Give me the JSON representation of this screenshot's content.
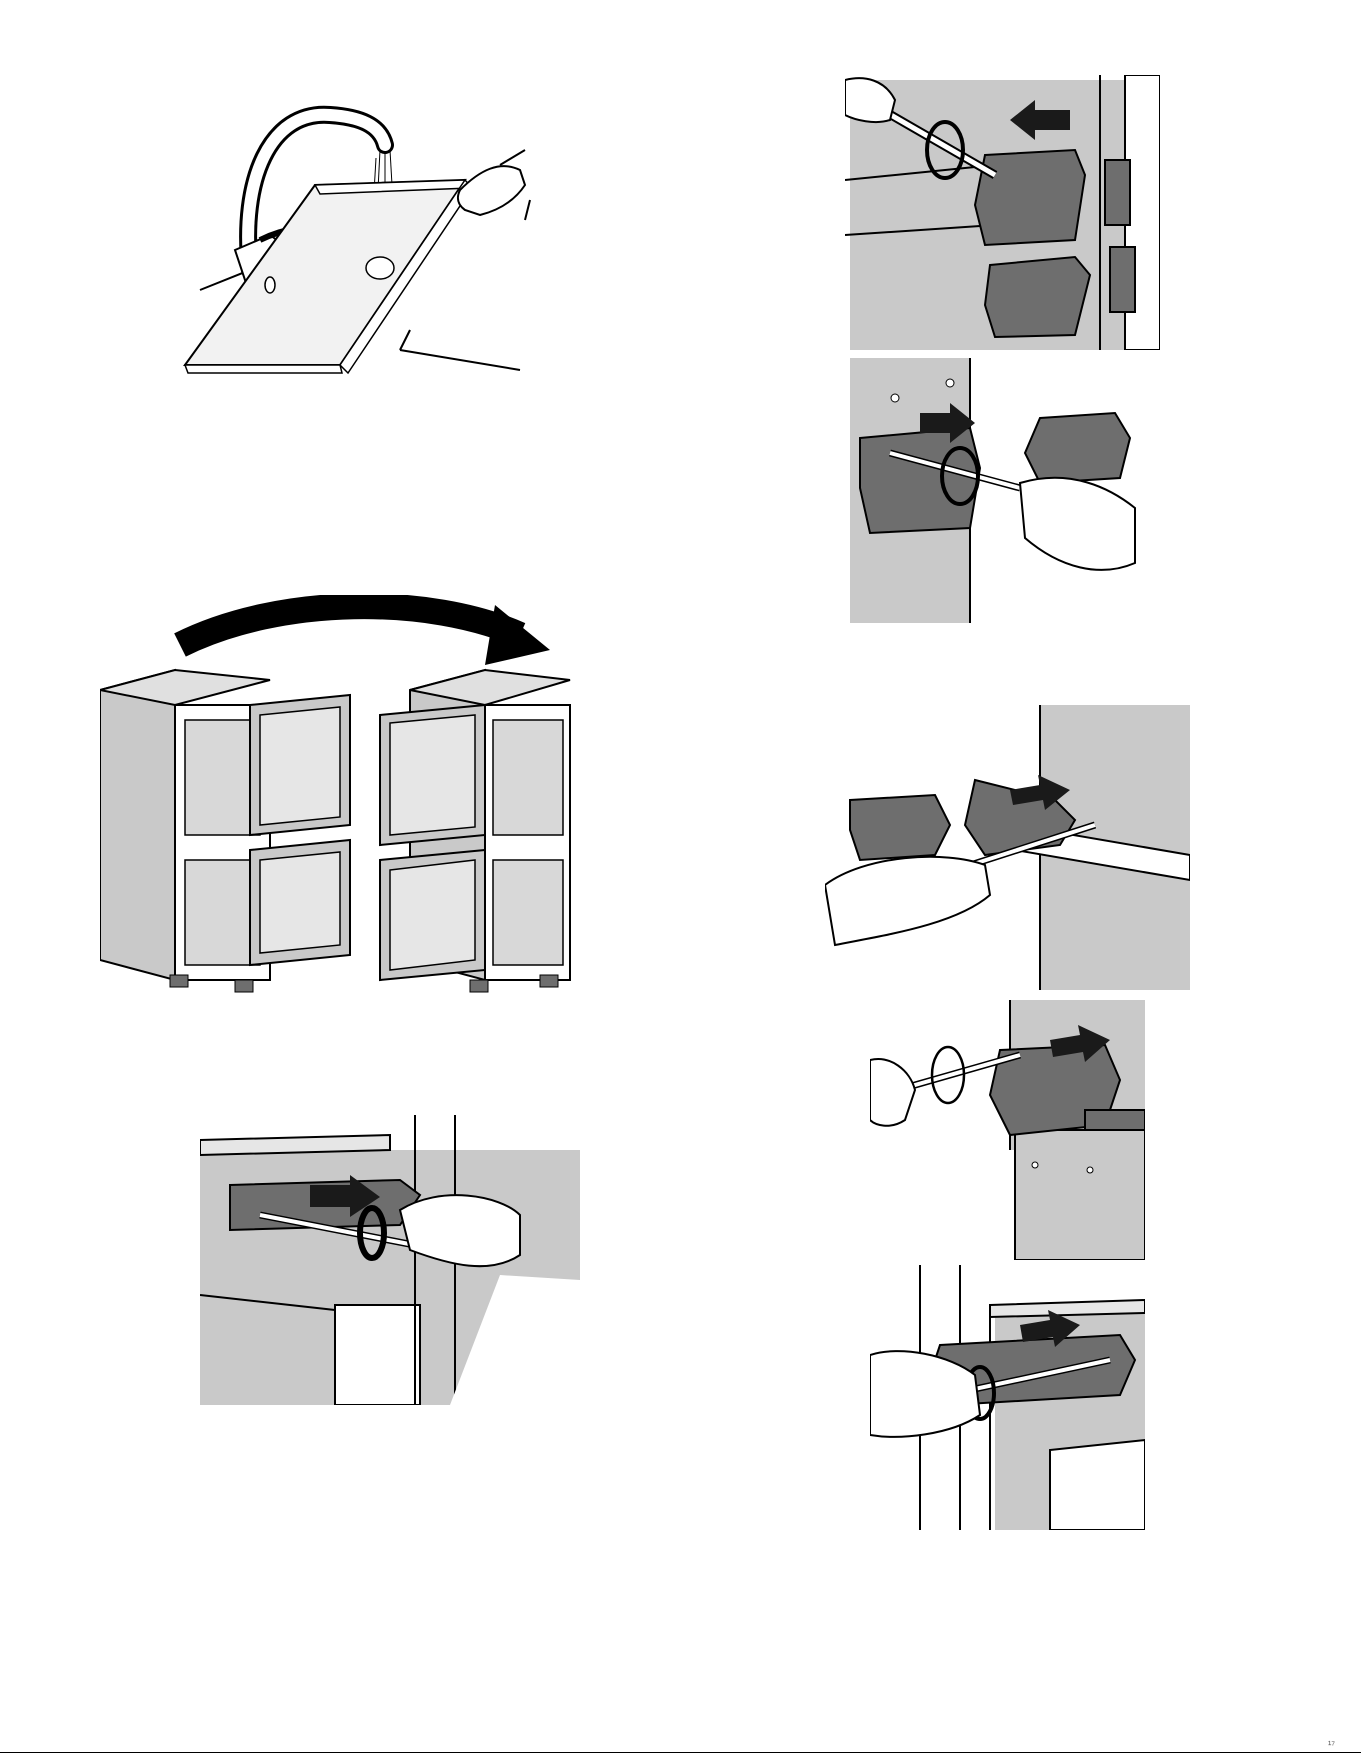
{
  "page": {
    "footer_mark": "¹⁷"
  },
  "figures": [
    {
      "id": "fig-glass-shelf-washing",
      "icon": "glass-shelf-under-faucet"
    },
    {
      "id": "fig-door-swing-reversal",
      "icon": "refrigerator-door-reversal"
    },
    {
      "id": "fig-upper-hinge-screw-left",
      "icon": "hinge-screwdriver"
    },
    {
      "id": "fig-hinge-loosen-top-right",
      "icon": "hinge-screw-loosen"
    },
    {
      "id": "fig-hinge-remove-right",
      "icon": "hinge-remove"
    },
    {
      "id": "fig-hinge-install-right",
      "icon": "hinge-install"
    },
    {
      "id": "fig-hinge-screw-tighten-right",
      "icon": "hinge-screw-tighten"
    },
    {
      "id": "fig-hinge-attach-lower-right",
      "icon": "hinge-attach"
    }
  ],
  "colors": {
    "panel_gray": "#c9c9c9",
    "hinge_dark": "#6e6e6e",
    "outline": "#000000",
    "arrow": "#1a1a1a"
  }
}
